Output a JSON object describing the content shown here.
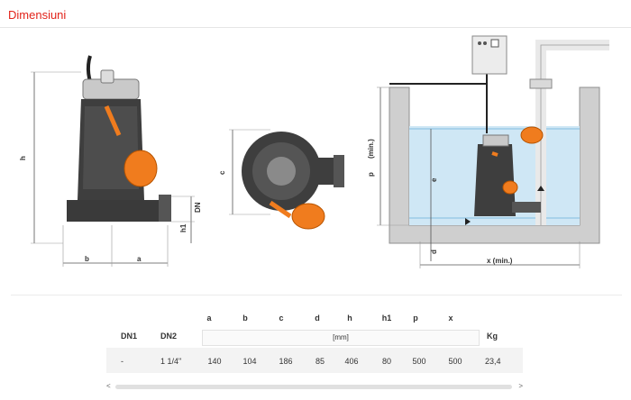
{
  "section": {
    "title": "Dimensiuni"
  },
  "drawings": {
    "label_h": "h",
    "label_b": "b",
    "label_a": "a",
    "label_dn": "DN",
    "label_h1": "h1",
    "label_c": "c",
    "label_p": "p",
    "label_p_min": "(min.)",
    "label_e": "e",
    "label_d": "d",
    "label_x": "x (min.)"
  },
  "table": {
    "headers_top": [
      "a",
      "b",
      "c",
      "d",
      "h",
      "h1",
      "p",
      "x"
    ],
    "header_dn1": "DN1",
    "header_dn2": "DN2",
    "header_kg": "Kg",
    "unit": "[mm]",
    "row": {
      "dn1": "-",
      "dn2": "1 1/4\"",
      "a": "140",
      "b": "104",
      "c": "186",
      "d": "85",
      "h": "406",
      "h1": "80",
      "p": "500",
      "x": "500",
      "kg": "23,4"
    }
  },
  "scrollbar": {
    "left_arrow": "<",
    "right_arrow": ">"
  },
  "colors": {
    "accent": "#e2231a",
    "pump_body": "#4a4a4a",
    "float": "#f07c1e",
    "water": "#cfe7f5"
  }
}
